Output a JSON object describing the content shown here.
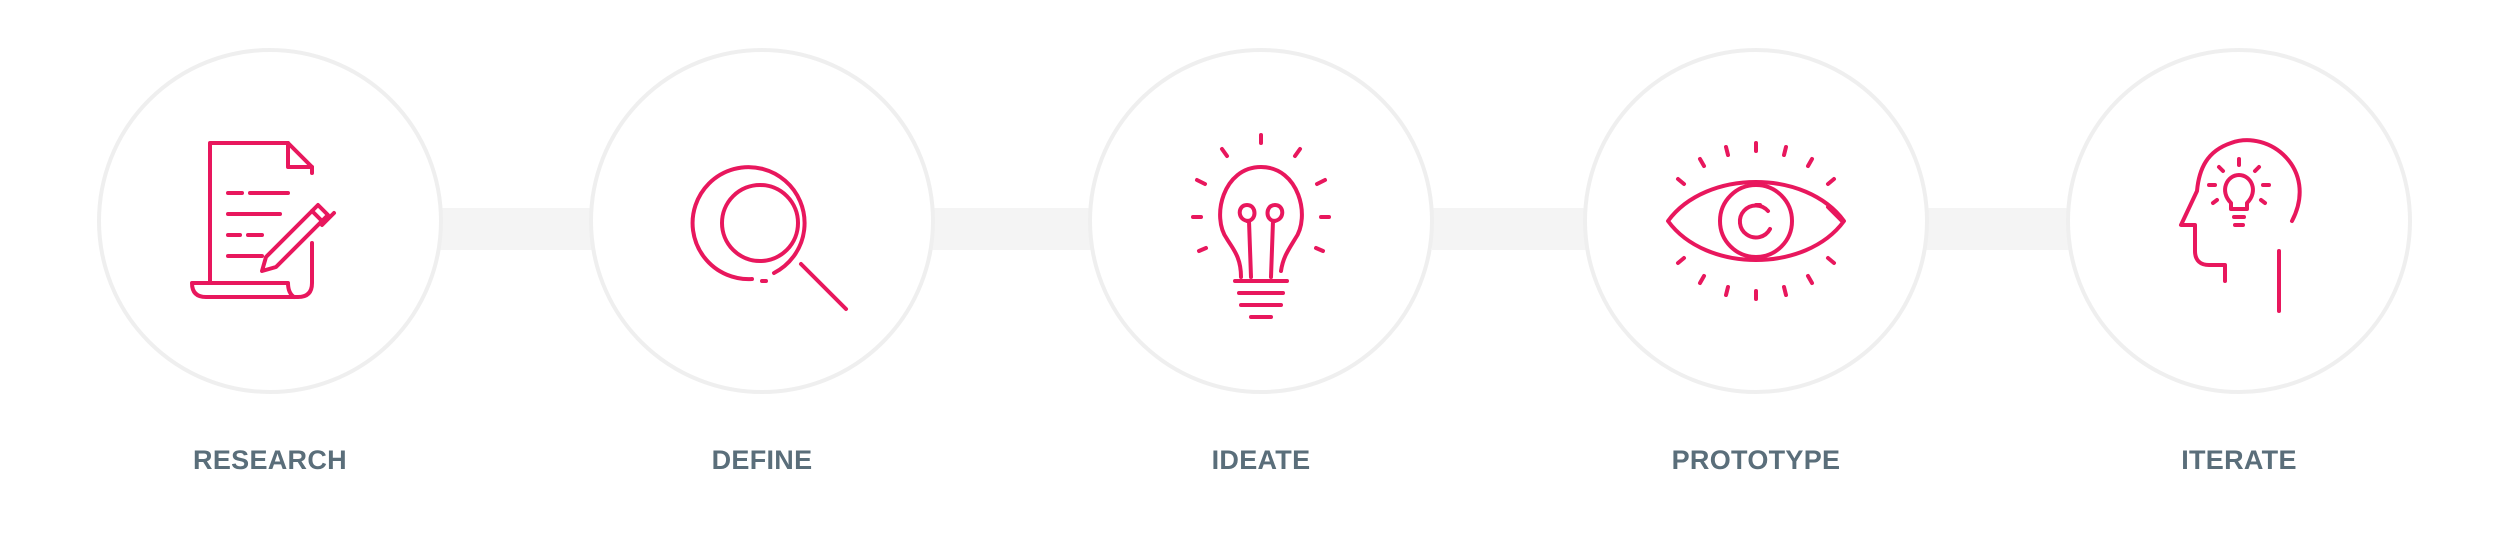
{
  "colors": {
    "icon": "#e8175d",
    "label": "#5a6e7a",
    "circle_border": "#efefef",
    "connector": "#f4f4f4",
    "background": "#ffffff"
  },
  "steps": [
    {
      "label": "RESEARCH",
      "icon": "document-pen-icon"
    },
    {
      "label": "DEFINE",
      "icon": "magnifier-icon"
    },
    {
      "label": "IDEATE",
      "icon": "lightbulb-icon"
    },
    {
      "label": "PROTOTYPE",
      "icon": "eye-icon"
    },
    {
      "label": "ITERATE",
      "icon": "head-lightbulb-icon"
    }
  ]
}
